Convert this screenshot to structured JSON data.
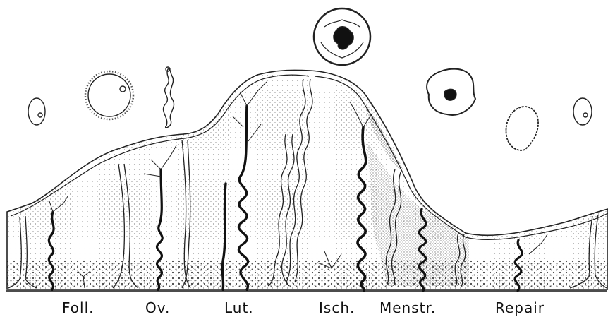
{
  "phases": [
    {
      "id": "foll",
      "label": "Foll."
    },
    {
      "id": "ov",
      "label": "Ov."
    },
    {
      "id": "lut",
      "label": "Lut."
    },
    {
      "id": "isch",
      "label": "Isch."
    },
    {
      "id": "menstr",
      "label": "Menstr."
    },
    {
      "id": "repair",
      "label": "Repair"
    }
  ]
}
